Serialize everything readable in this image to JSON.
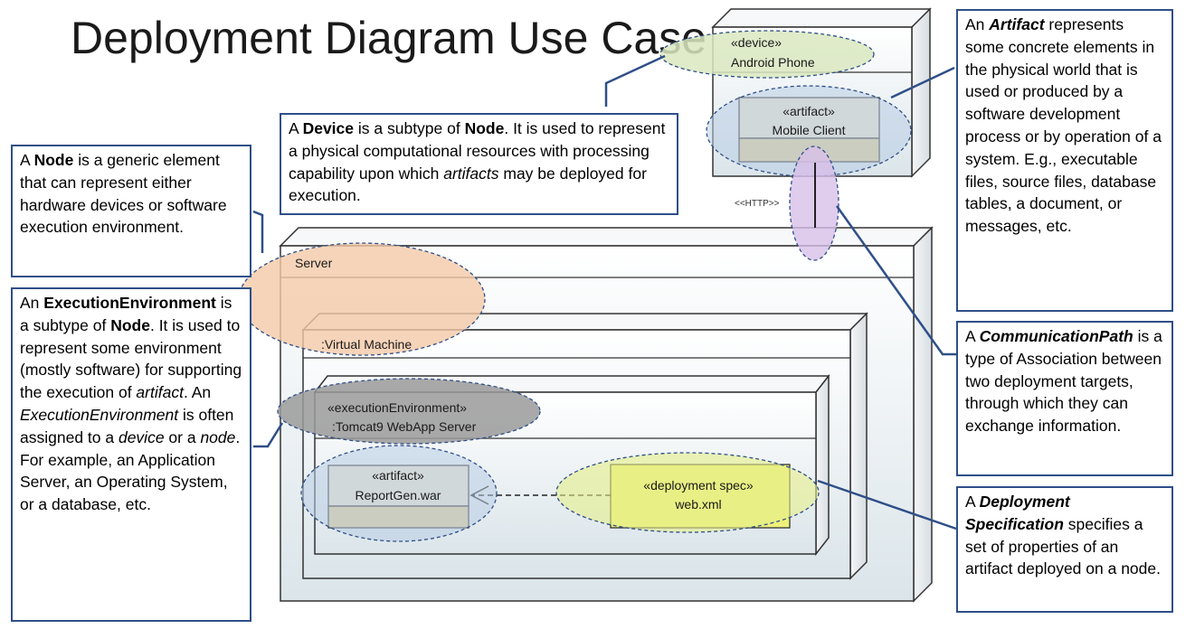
{
  "title": "Deployment Diagram Use Case",
  "notes": {
    "device": {
      "p1": "A ",
      "b1": "Device",
      "p2": " is a subtype of ",
      "b2": "Node",
      "p3": ". It is used to represent a physical computational resources with processing capability upon which ",
      "i1": "artifacts",
      "p4": " may be deployed for execution."
    },
    "node": {
      "p1": "A ",
      "b1": "Node",
      "p2": " is a generic element that can represent either hardware devices or software execution environment."
    },
    "exec_env": {
      "p1": "An ",
      "b1": "ExecutionEnvironment",
      "p2": " is a subtype of ",
      "b2": "Node",
      "p3": ". It is used to represent some environment (mostly software) for supporting the execution of ",
      "i1": "artifact",
      "p4": ". An ",
      "i2": "ExecutionEnvironment",
      "p5": " is often assigned to a ",
      "i3": "device",
      "p6": " or a ",
      "i4": "node",
      "p7": ". For example, an Application Server, an Operating System, or a database, etc."
    },
    "artifact": {
      "p1": "An ",
      "b1": "Artifact",
      "p2": " represents some concrete elements in the physical world that is used or produced by a software development process or by operation of a system. E.g., executable files, source files, database tables, a document, or messages, etc."
    },
    "comm_path": {
      "p1": "A ",
      "b1": "CommunicationPath",
      "p2": " is a type of Association between two deployment targets, through which they can exchange information."
    },
    "deploy_spec": {
      "p1": "A ",
      "b1": "Deployment Specification",
      "p2": " specifies a set of properties of an artifact deployed on a node."
    }
  },
  "diagram": {
    "phone_stereotype": "«device»",
    "phone_name": "Android Phone",
    "mobile_stereotype": "«artifact»",
    "mobile_name": "Mobile Client",
    "http_label": "<<HTTP>>",
    "server_name": "Server",
    "vm_name": ":Virtual Machine",
    "tomcat_stereotype": "«executionEnvironment»",
    "tomcat_name": ":Tomcat9 WebApp Server",
    "war_stereotype": "«artifact»",
    "war_name": "ReportGen.war",
    "spec_stereotype": "«deployment spec»",
    "spec_name": "web.xml"
  },
  "colors": {
    "note_border": "#2f4f88",
    "node_fill": "#e8eef2",
    "artifact_fill": "#efe7cf",
    "artifact_bottom": "#e2cf97",
    "spec_fill": "#eef07a",
    "highlight_green": "#d9e8c0",
    "highlight_blue": "#b8cce4",
    "highlight_orange": "#f4c9a8",
    "highlight_purple": "#d8bfe8",
    "highlight_gray": "#9a9a9a"
  }
}
